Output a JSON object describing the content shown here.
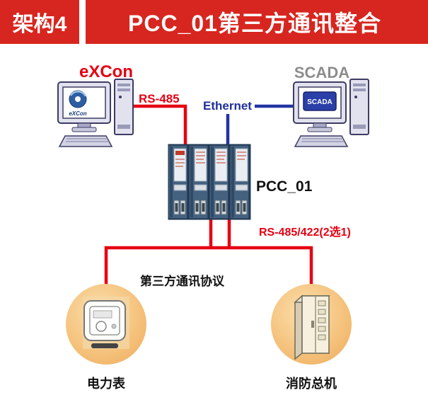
{
  "header": {
    "badge": "架构4",
    "title": "PCC_01第三方通讯整合"
  },
  "nodes": {
    "excon": {
      "label": "eXCon",
      "screen_text": "eXCon"
    },
    "scada": {
      "label": "SCADA",
      "screen_text": "SCADA"
    },
    "pcc": {
      "label": "PCC_01"
    },
    "power_meter": {
      "label": "电力表"
    },
    "fire_panel": {
      "label": "消防总机"
    }
  },
  "links": {
    "rs485": {
      "label": "RS-485"
    },
    "ethernet": {
      "label": "Ethernet"
    },
    "rs485_422": {
      "label": "RS-485/422(2选1)"
    },
    "protocol": {
      "label": "第三方通讯协议"
    }
  },
  "colors": {
    "header_bg": "#d7261f",
    "line_red": "#e60012",
    "line_blue": "#2233a2",
    "circle_fill": "#f5c37e"
  }
}
